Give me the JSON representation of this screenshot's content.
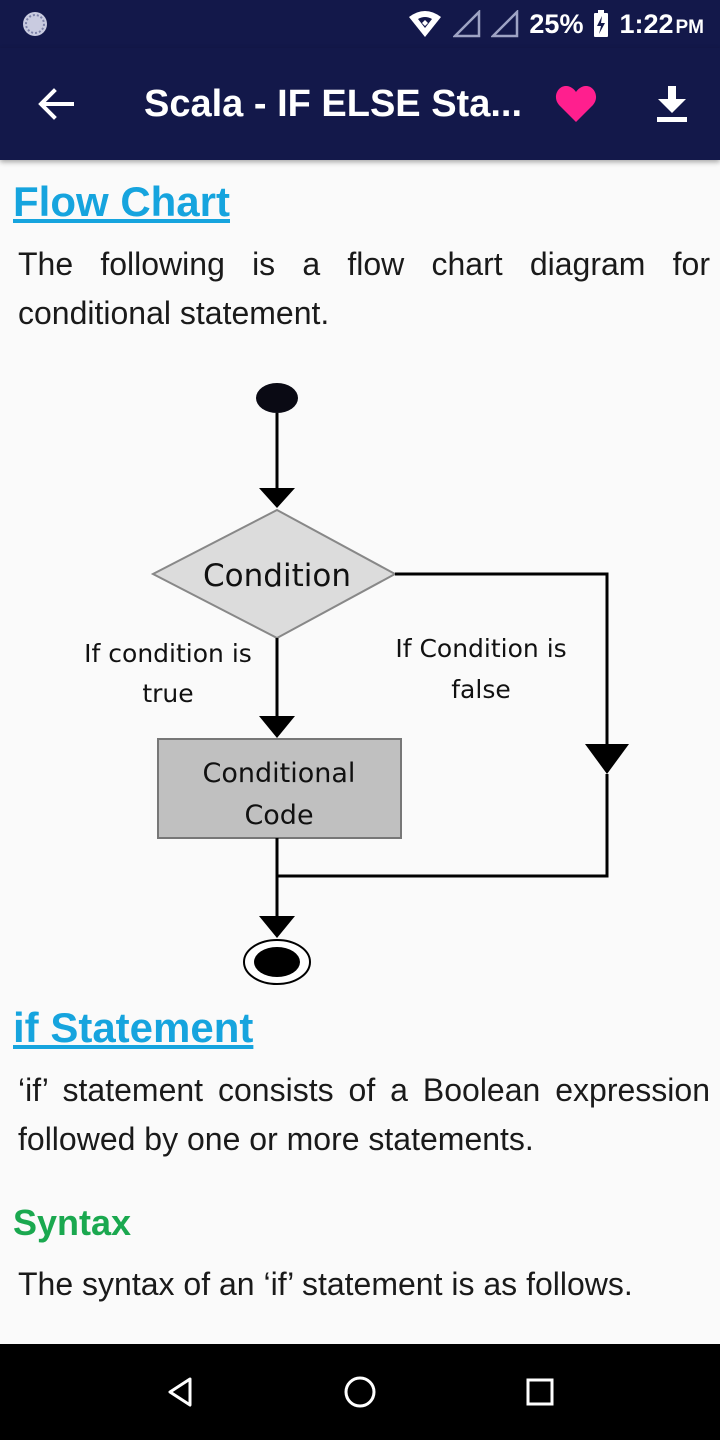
{
  "status_bar": {
    "battery": "25%",
    "time": "1:22",
    "ampm": "PM"
  },
  "app_bar": {
    "title": "Scala - IF ELSE Sta...",
    "heart_color": "#ff1f8e"
  },
  "content": {
    "flowchart_heading": "Flow Chart",
    "flowchart_intro": "The following is a flow chart diagram for conditional statement.",
    "diagram": {
      "decision": "Condition",
      "true_label_line1": "If condition is",
      "true_label_line2": "true",
      "false_label_line1": "If Condition is",
      "false_label_line2": "false",
      "process_line1": "Conditional",
      "process_line2": "Code"
    },
    "if_heading": "if Statement",
    "if_desc": "‘if’ statement consists of a Boolean expression followed by one or more statements.",
    "syntax_heading": "Syntax",
    "syntax_desc": "The syntax of an ‘if’ statement is as follows."
  },
  "colors": {
    "bar_bg": "#13184a",
    "link": "#16a4de",
    "green_heading": "#1aa84f"
  }
}
